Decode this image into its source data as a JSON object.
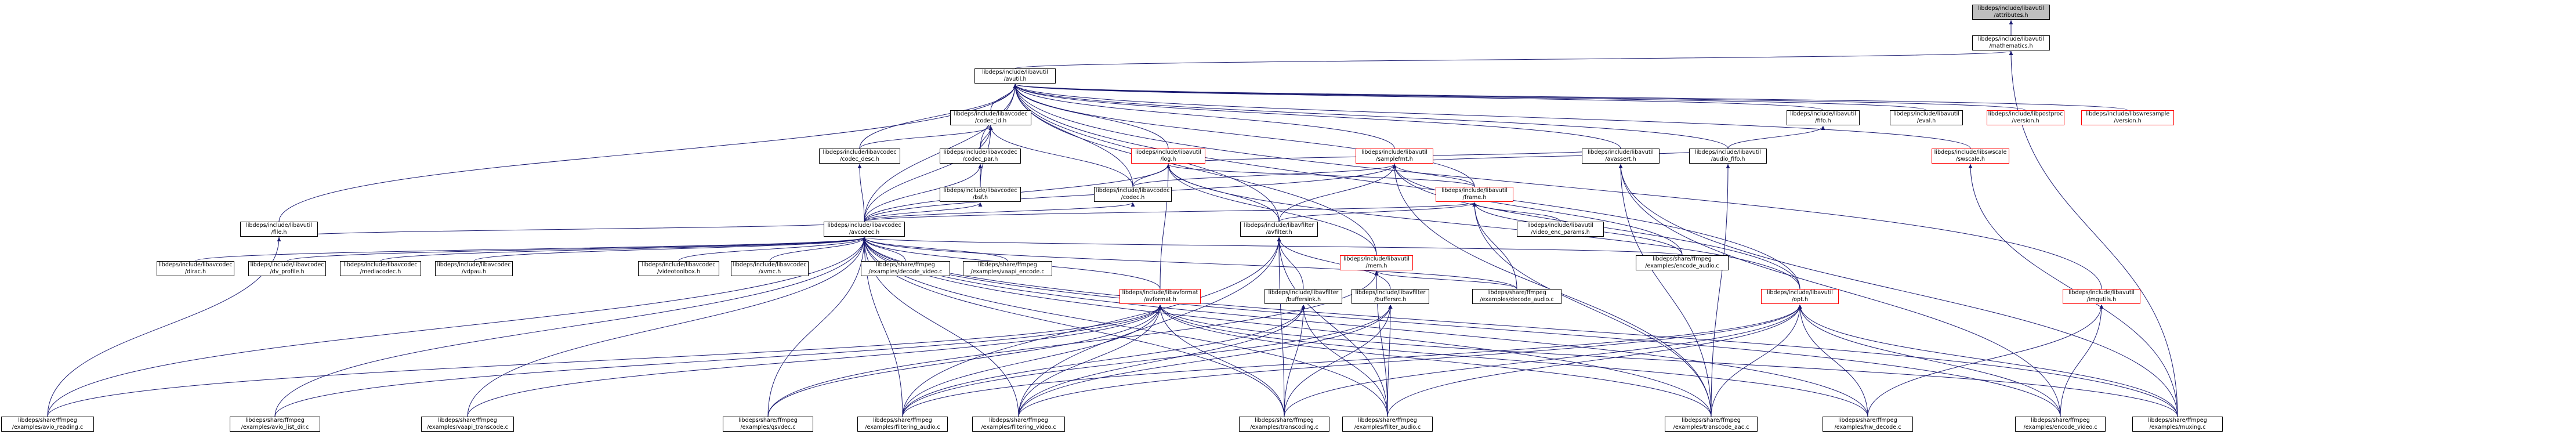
{
  "colors": {
    "edge": "#191970",
    "node_border": "#000000",
    "truncated_border": "#ff0000",
    "root_fill": "#bfbfbf"
  },
  "nodes": {
    "root": "libdeps/include/libavutil\n/attributes.h",
    "mathematics": "libdeps/include/libavutil\n/mathematics.h",
    "avutil": "libdeps/include/libavutil\n/avutil.h",
    "codec_id": "libdeps/include/libavcodec\n/codec_id.h",
    "codec_desc": "libdeps/include/libavcodec\n/codec_desc.h",
    "codec_par": "libdeps/include/libavcodec\n/codec_par.h",
    "log": "libdeps/include/libavutil\n/log.h",
    "samplefmt": "libdeps/include/libavutil\n/samplefmt.h",
    "fifo": "libdeps/include/libavutil\n/fifo.h",
    "eval": "libdeps/include/libavutil\n/eval.h",
    "postproc_version": "libdeps/include/libpostproc\n/version.h",
    "swresample_version": "libdeps/include/libswresample\n/version.h",
    "file": "libdeps/include/libavutil\n/file.h",
    "bsf": "libdeps/include/libavcodec\n/bsf.h",
    "codec": "libdeps/include/libavcodec\n/codec.h",
    "frame": "libdeps/include/libavutil\n/frame.h",
    "avassert": "libdeps/include/libavutil\n/avassert.h",
    "audio_fifo": "libdeps/include/libavutil\n/audio_fifo.h",
    "swscale": "libdeps/include/libswscale\n/swscale.h",
    "avcodec": "libdeps/include/libavcodec\n/avcodec.h",
    "avfilter": "libdeps/include/libavfilter\n/avfilter.h",
    "mem": "libdeps/include/libavutil\n/mem.h",
    "video_enc_params": "libdeps/include/libavutil\n/video_enc_params.h",
    "dirac": "libdeps/include/libavcodec\n/dirac.h",
    "dv_profile": "libdeps/include/libavcodec\n/dv_profile.h",
    "mediacodec": "libdeps/include/libavcodec\n/mediacodec.h",
    "vdpau": "libdeps/include/libavcodec\n/vdpau.h",
    "videotoolbox": "libdeps/include/libavcodec\n/videotoolbox.h",
    "xvmc": "libdeps/include/libavcodec\n/xvmc.h",
    "decode_video": "libdeps/share/ffmpeg\n/examples/decode_video.c",
    "vaapi_encode": "libdeps/share/ffmpeg\n/examples/vaapi_encode.c",
    "avformat": "libdeps/include/libavformat\n/avformat.h",
    "buffersink": "libdeps/include/libavfilter\n/buffersink.h",
    "buffersrc": "libdeps/include/libavfilter\n/buffersrc.h",
    "decode_audio": "libdeps/share/ffmpeg\n/examples/decode_audio.c",
    "encode_audio": "libdeps/share/ffmpeg\n/examples/encode_audio.c",
    "opt": "libdeps/include/libavutil\n/opt.h",
    "imgutils": "libdeps/include/libavutil\n/imgutils.h",
    "avio_reading": "libdeps/share/ffmpeg\n/examples/avio_reading.c",
    "avio_list_dir": "libdeps/share/ffmpeg\n/examples/avio_list_dir.c",
    "vaapi_transcode": "libdeps/share/ffmpeg\n/examples/vaapi_transcode.c",
    "qsvdec": "libdeps/share/ffmpeg\n/examples/qsvdec.c",
    "filtering_audio": "libdeps/share/ffmpeg\n/examples/filtering_audio.c",
    "filtering_video": "libdeps/share/ffmpeg\n/examples/filtering_video.c",
    "transcoding": "libdeps/share/ffmpeg\n/examples/transcoding.c",
    "filter_audio": "libdeps/share/ffmpeg\n/examples/filter_audio.c",
    "transcode_aac": "libdeps/share/ffmpeg\n/examples/transcode_aac.c",
    "hw_decode": "libdeps/share/ffmpeg\n/examples/hw_decode.c",
    "encode_video": "libdeps/share/ffmpeg\n/examples/encode_video.c",
    "muxing": "libdeps/share/ffmpeg\n/examples/muxing.c"
  },
  "edges": [
    [
      "mathematics",
      "root"
    ],
    [
      "avutil",
      "mathematics"
    ],
    [
      "muxing",
      "mathematics"
    ],
    [
      "codec_id",
      "avutil"
    ],
    [
      "codec_desc",
      "avutil"
    ],
    [
      "codec_par",
      "avutil"
    ],
    [
      "log",
      "avutil"
    ],
    [
      "samplefmt",
      "avutil"
    ],
    [
      "fifo",
      "avutil"
    ],
    [
      "eval",
      "avutil"
    ],
    [
      "postproc_version",
      "avutil"
    ],
    [
      "swresample_version",
      "avutil"
    ],
    [
      "file",
      "avutil"
    ],
    [
      "codec",
      "avutil"
    ],
    [
      "frame",
      "avutil"
    ],
    [
      "avassert",
      "avutil"
    ],
    [
      "audio_fifo",
      "avutil"
    ],
    [
      "swscale",
      "avutil"
    ],
    [
      "avcodec",
      "avutil"
    ],
    [
      "avfilter",
      "avutil"
    ],
    [
      "mem",
      "avutil"
    ],
    [
      "opt",
      "avutil"
    ],
    [
      "imgutils",
      "avutil"
    ],
    [
      "codec_desc",
      "codec_id"
    ],
    [
      "codec_par",
      "codec_id"
    ],
    [
      "codec",
      "codec_id"
    ],
    [
      "avcodec",
      "codec_id"
    ],
    [
      "bsf",
      "codec_id"
    ],
    [
      "avcodec",
      "codec_desc"
    ],
    [
      "avcodec",
      "codec_par"
    ],
    [
      "bsf",
      "codec_par"
    ],
    [
      "avcodec",
      "log"
    ],
    [
      "codec",
      "log"
    ],
    [
      "avfilter",
      "log"
    ],
    [
      "frame",
      "log"
    ],
    [
      "avassert",
      "log"
    ],
    [
      "mem",
      "log"
    ],
    [
      "opt",
      "log"
    ],
    [
      "avformat",
      "log"
    ],
    [
      "avcodec",
      "samplefmt"
    ],
    [
      "frame",
      "samplefmt"
    ],
    [
      "audio_fifo",
      "samplefmt"
    ],
    [
      "avfilter",
      "samplefmt"
    ],
    [
      "opt",
      "samplefmt"
    ],
    [
      "encode_audio",
      "samplefmt"
    ],
    [
      "transcode_aac",
      "samplefmt"
    ],
    [
      "codec",
      "samplefmt"
    ],
    [
      "audio_fifo",
      "fifo"
    ],
    [
      "avcodec",
      "file"
    ],
    [
      "avio_reading",
      "file"
    ],
    [
      "avcodec",
      "bsf"
    ],
    [
      "avcodec",
      "codec"
    ],
    [
      "avcodec",
      "frame"
    ],
    [
      "avfilter",
      "frame"
    ],
    [
      "video_enc_params",
      "frame"
    ],
    [
      "decode_audio",
      "frame"
    ],
    [
      "encode_audio",
      "frame"
    ],
    [
      "transcode_aac",
      "frame"
    ],
    [
      "transcode_aac",
      "avassert"
    ],
    [
      "encode_video",
      "avassert"
    ],
    [
      "muxing",
      "avassert"
    ],
    [
      "transcode_aac",
      "audio_fifo"
    ],
    [
      "muxing",
      "swscale"
    ],
    [
      "dirac",
      "avcodec"
    ],
    [
      "dv_profile",
      "avcodec"
    ],
    [
      "mediacodec",
      "avcodec"
    ],
    [
      "vdpau",
      "avcodec"
    ],
    [
      "videotoolbox",
      "avcodec"
    ],
    [
      "xvmc",
      "avcodec"
    ],
    [
      "decode_video",
      "avcodec"
    ],
    [
      "vaapi_encode",
      "avcodec"
    ],
    [
      "avformat",
      "avcodec"
    ],
    [
      "decode_audio",
      "avcodec"
    ],
    [
      "encode_audio",
      "avcodec"
    ],
    [
      "avio_reading",
      "avcodec"
    ],
    [
      "avio_list_dir",
      "avcodec"
    ],
    [
      "vaapi_transcode",
      "avcodec"
    ],
    [
      "qsvdec",
      "avcodec"
    ],
    [
      "filtering_audio",
      "avcodec"
    ],
    [
      "filtering_video",
      "avcodec"
    ],
    [
      "transcoding",
      "avcodec"
    ],
    [
      "filter_audio",
      "avcodec"
    ],
    [
      "transcode_aac",
      "avcodec"
    ],
    [
      "hw_decode",
      "avcodec"
    ],
    [
      "encode_video",
      "avcodec"
    ],
    [
      "muxing",
      "avcodec"
    ],
    [
      "buffersink",
      "avfilter"
    ],
    [
      "buffersrc",
      "avfilter"
    ],
    [
      "filter_audio",
      "avfilter"
    ],
    [
      "filtering_audio",
      "avfilter"
    ],
    [
      "filtering_video",
      "avfilter"
    ],
    [
      "transcoding",
      "avfilter"
    ],
    [
      "decode_audio",
      "mem"
    ],
    [
      "filter_audio",
      "mem"
    ],
    [
      "qsvdec",
      "mem"
    ],
    [
      "avio_reading",
      "avformat"
    ],
    [
      "avio_list_dir",
      "avformat"
    ],
    [
      "vaapi_transcode",
      "avformat"
    ],
    [
      "qsvdec",
      "avformat"
    ],
    [
      "filtering_audio",
      "avformat"
    ],
    [
      "filtering_video",
      "avformat"
    ],
    [
      "transcoding",
      "avformat"
    ],
    [
      "transcode_aac",
      "avformat"
    ],
    [
      "hw_decode",
      "avformat"
    ],
    [
      "muxing",
      "avformat"
    ],
    [
      "filtering_audio",
      "buffersink"
    ],
    [
      "filtering_video",
      "buffersink"
    ],
    [
      "transcoding",
      "buffersink"
    ],
    [
      "filter_audio",
      "buffersink"
    ],
    [
      "filtering_audio",
      "buffersrc"
    ],
    [
      "filtering_video",
      "buffersrc"
    ],
    [
      "transcoding",
      "buffersrc"
    ],
    [
      "filter_audio",
      "buffersrc"
    ],
    [
      "filter_audio",
      "opt"
    ],
    [
      "filtering_audio",
      "opt"
    ],
    [
      "filtering_video",
      "opt"
    ],
    [
      "transcoding",
      "opt"
    ],
    [
      "encode_video",
      "opt"
    ],
    [
      "hw_decode",
      "opt"
    ],
    [
      "muxing",
      "opt"
    ],
    [
      "transcode_aac",
      "opt"
    ],
    [
      "encode_video",
      "imgutils"
    ],
    [
      "hw_decode",
      "imgutils"
    ]
  ]
}
